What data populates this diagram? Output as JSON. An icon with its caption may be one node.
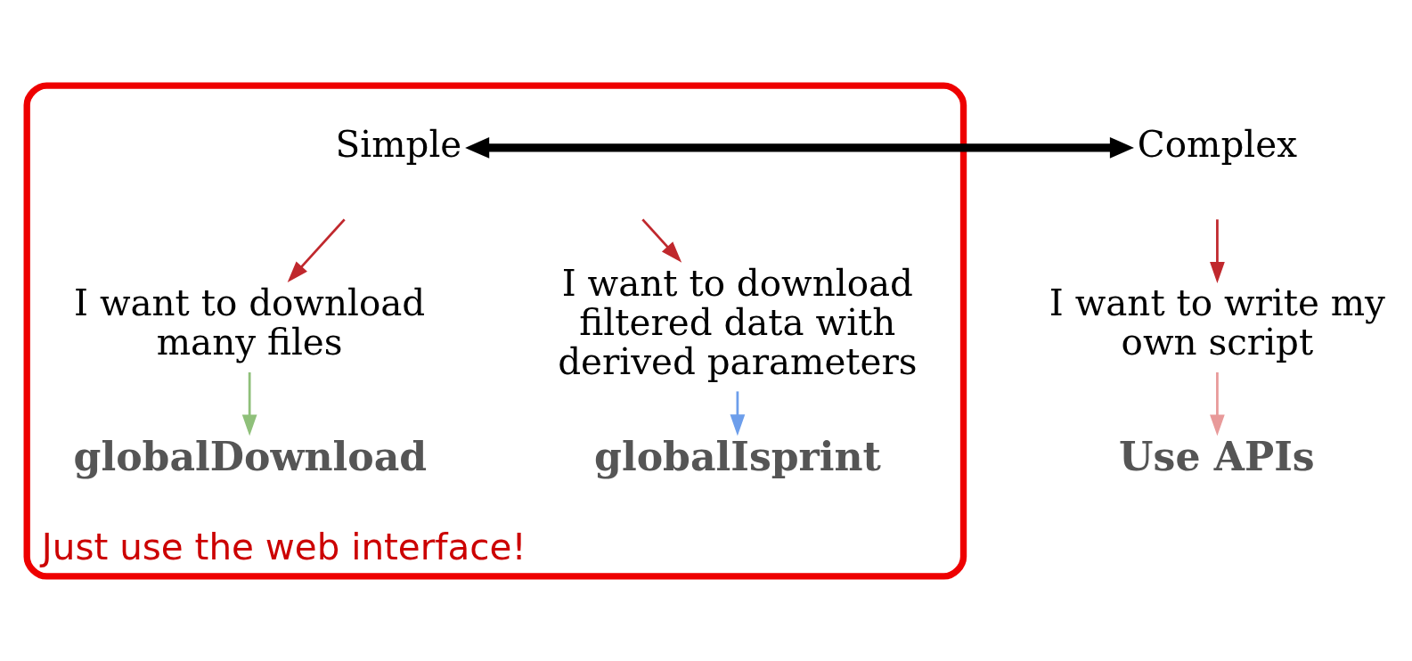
{
  "diagram": {
    "nodes": [
      {
        "text": [
          "Just use the web interface!"
        ]
      },
      {
        "text": [
          "Simple"
        ],
        "in": 0
      },
      {
        "text": [
          "Complex"
        ]
      },
      {
        "text": [
          "I want to download many files"
        ],
        "in": 0
      },
      {
        "text": [
          "I want to download filtered data with derived parameters"
        ],
        "in": 0
      },
      {
        "text": [
          "I want to write my own script"
        ]
      },
      {
        "text": [
          "globalDownload"
        ],
        "in": 0
      },
      {
        "text": [
          "globalIsprint"
        ],
        "in": 0
      },
      {
        "text": [
          "Use APIs"
        ]
      }
    ],
    "edges": [
      {
        "from": 1,
        "to": 2,
        "arrow": "both",
        "style": "thick",
        "color": "#000000"
      },
      {
        "from": null,
        "to": 3,
        "arrow": "to",
        "color": "#c0282d"
      },
      {
        "from": null,
        "to": 4,
        "arrow": "to",
        "color": "#c0282d"
      },
      {
        "from": null,
        "to": 5,
        "arrow": "to",
        "color": "#c0282d"
      },
      {
        "from": 3,
        "to": 6,
        "arrow": "to",
        "color": "#8fc07a"
      },
      {
        "from": 4,
        "to": 7,
        "arrow": "to",
        "color": "#6d9eeb"
      },
      {
        "from": 5,
        "to": 8,
        "arrow": "to",
        "color": "#e89a9a"
      }
    ]
  }
}
